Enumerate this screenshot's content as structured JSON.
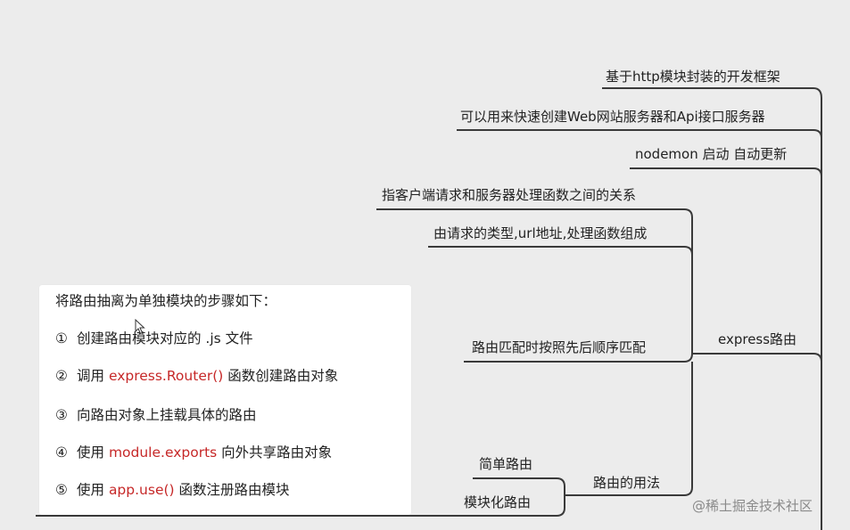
{
  "branches": {
    "http_module": "基于http模块封装的开发框架",
    "web_api": "可以用来快速创建Web网站服务器和Api接口服务器",
    "nodemon": "nodemon 启动 自动更新",
    "definition": "指客户端请求和服务器处理函数之间的关系",
    "composition": "由请求的类型,url地址,处理函数组成",
    "matching": "路由匹配时按照先后顺序匹配",
    "express_routing": "express路由",
    "usage": "路由的用法",
    "simple": "简单路由",
    "modular": "模块化路由"
  },
  "panel": {
    "title": "将路由抽离为单独模块的步骤如下：",
    "steps": [
      {
        "num": "①",
        "pre": "创建路由模块对应的 .js 文件",
        "code": "",
        "post": ""
      },
      {
        "num": "②",
        "pre": "调用 ",
        "code": "express.Router()",
        "post": " 函数创建路由对象"
      },
      {
        "num": "③",
        "pre": "向路由对象上挂载具体的路由",
        "code": "",
        "post": ""
      },
      {
        "num": "④",
        "pre": "使用 ",
        "code": "module.exports",
        "post": " 向外共享路由对象"
      },
      {
        "num": "⑤",
        "pre": "使用 ",
        "code": "app.use()",
        "post": " 函数注册路由模块"
      }
    ]
  },
  "watermark": "@稀土掘金技术社区",
  "colors": {
    "line": "#3a3a3a",
    "code": "#c62828",
    "background": "#ececec"
  }
}
